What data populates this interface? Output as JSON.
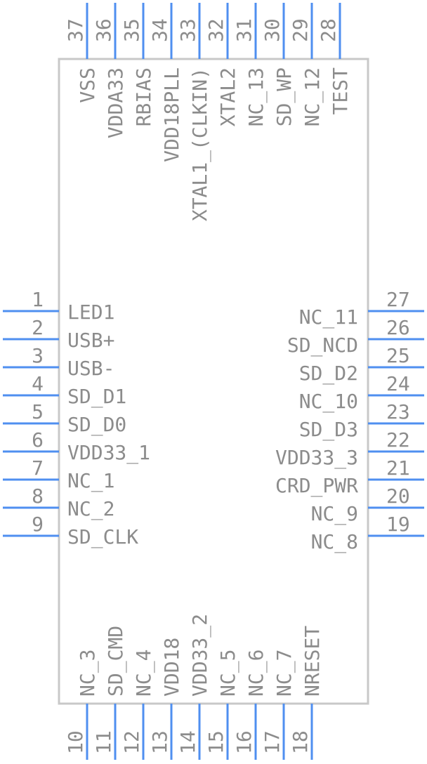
{
  "component": {
    "colors": {
      "pin": "#4f8ff0",
      "body": "#c8c8c8",
      "text": "#8c8c8c"
    },
    "left_pins": [
      {
        "num": "1",
        "label": "LED1"
      },
      {
        "num": "2",
        "label": "USB+"
      },
      {
        "num": "3",
        "label": "USB-"
      },
      {
        "num": "4",
        "label": "SD_D1"
      },
      {
        "num": "5",
        "label": "SD_D0"
      },
      {
        "num": "6",
        "label": "VDD33_1"
      },
      {
        "num": "7",
        "label": "NC_1"
      },
      {
        "num": "8",
        "label": "NC_2"
      },
      {
        "num": "9",
        "label": "SD_CLK"
      }
    ],
    "right_pins": [
      {
        "num": "27",
        "label": "NC_11"
      },
      {
        "num": "26",
        "label": "SD_NCD"
      },
      {
        "num": "25",
        "label": "SD_D2"
      },
      {
        "num": "24",
        "label": "NC_10"
      },
      {
        "num": "23",
        "label": "SD_D3"
      },
      {
        "num": "22",
        "label": "VDD33_3"
      },
      {
        "num": "21",
        "label": "CRD_PWR"
      },
      {
        "num": "20",
        "label": "NC_9"
      },
      {
        "num": "19",
        "label": "NC_8"
      }
    ],
    "top_pins": [
      {
        "num": "37",
        "label": "VSS"
      },
      {
        "num": "36",
        "label": "VDDA33"
      },
      {
        "num": "35",
        "label": "RBIAS"
      },
      {
        "num": "34",
        "label": "VDD18PLL"
      },
      {
        "num": "33",
        "label": "XTAL1_(CLKIN)"
      },
      {
        "num": "32",
        "label": "XTAL2"
      },
      {
        "num": "31",
        "label": "NC_13"
      },
      {
        "num": "30",
        "label": "SD_WP"
      },
      {
        "num": "29",
        "label": "NC_12"
      },
      {
        "num": "28",
        "label": "TEST"
      }
    ],
    "bottom_pins": [
      {
        "num": "10",
        "label": "NC_3"
      },
      {
        "num": "11",
        "label": "SD_CMD"
      },
      {
        "num": "12",
        "label": "NC_4"
      },
      {
        "num": "13",
        "label": "VDD18"
      },
      {
        "num": "14",
        "label": "VDD33_2"
      },
      {
        "num": "15",
        "label": "NC_5"
      },
      {
        "num": "16",
        "label": "NC_6"
      },
      {
        "num": "17",
        "label": "NC_7"
      },
      {
        "num": "18",
        "label": "NRESET"
      }
    ]
  }
}
